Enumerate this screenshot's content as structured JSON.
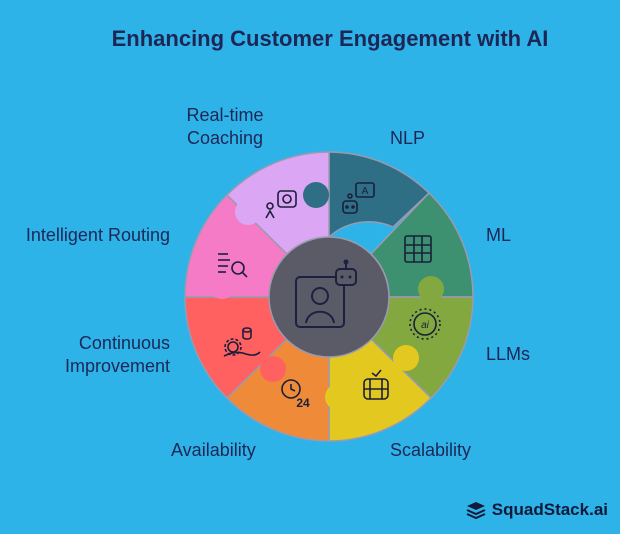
{
  "title": "Enhancing Customer Engagement with AI",
  "segments": [
    {
      "label": "NLP",
      "icon": "chat-ai-icon",
      "color": "#2f6f86"
    },
    {
      "label": "ML",
      "icon": "grid-icon",
      "color": "#3d9070"
    },
    {
      "label": "LLMs",
      "icon": "neural-icon",
      "color": "#82a83f"
    },
    {
      "label": "Scalability",
      "icon": "database-icon",
      "color": "#e3c91f"
    },
    {
      "label": "Availability",
      "icon": "clock-24-icon",
      "color": "#ee8a38"
    },
    {
      "label": "Continuous Improvement",
      "icon": "gear-data-icon",
      "color": "#ff6160"
    },
    {
      "label": "Intelligent Routing",
      "icon": "routing-search-icon",
      "color": "#f57bc7"
    },
    {
      "label": "Real-time Coaching",
      "icon": "coach-icon",
      "color": "#dba6f4"
    }
  ],
  "center_icon": "person-bot-icon",
  "brand": "SquadStack.ai"
}
